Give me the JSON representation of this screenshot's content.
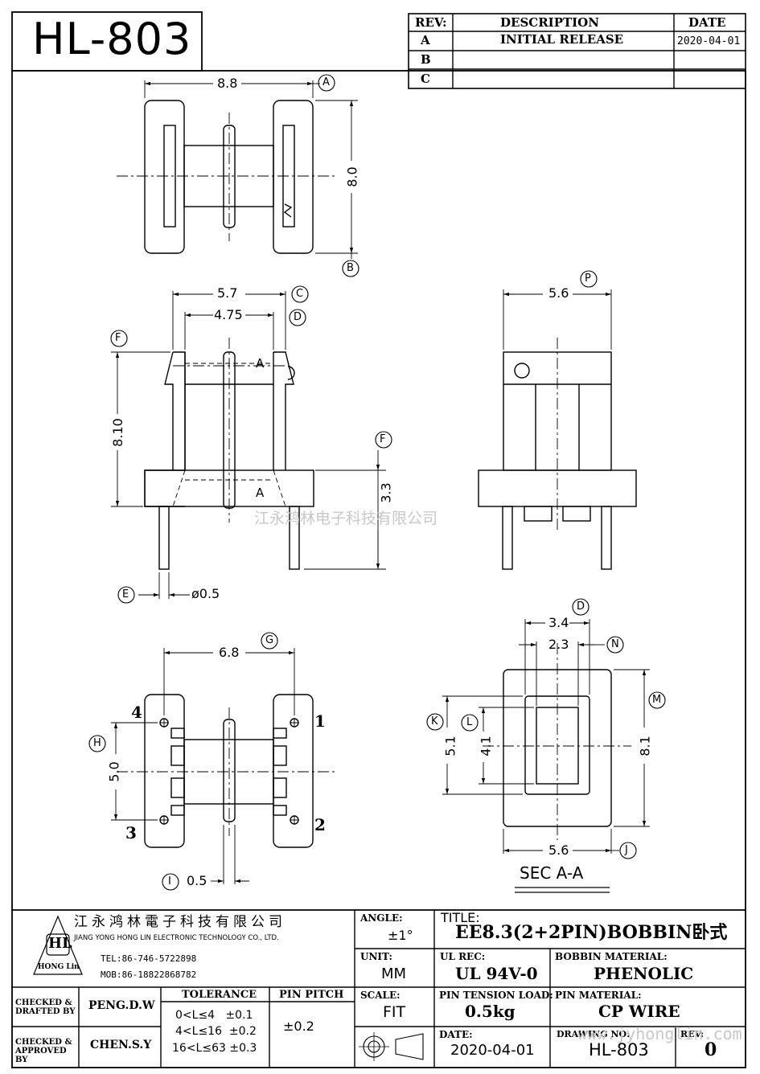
{
  "part_number": "HL-803",
  "revision_table": {
    "headers": [
      "REV:",
      "DESCRIPTION",
      "DATE"
    ],
    "rows": [
      {
        "rev": "A",
        "description": "INITIAL RELEASE",
        "date": "2020-04-01"
      },
      {
        "rev": "B",
        "description": "",
        "date": ""
      },
      {
        "rev": "C",
        "description": "",
        "date": ""
      }
    ]
  },
  "dimensions": {
    "top_width": "8.8",
    "top_height": "8.0",
    "front_outer": "5.7",
    "front_inner": "4.75",
    "front_height": "8.10",
    "pin_length": "3.3",
    "pin_dia": "ø0.5",
    "side_width": "5.6",
    "bottom_pitch": "6.8",
    "bottom_span": "5.0",
    "bottom_flange": "0.5",
    "sec_outer_w": "3.4",
    "sec_inner_w": "2.3",
    "sec_outer_h": "5.1",
    "sec_inner_h": "4.1",
    "sec_height": "8.1",
    "sec_width": "5.6"
  },
  "callouts": {
    "a": "A",
    "b": "B",
    "c": "C",
    "d": "D",
    "e": "E",
    "f": "F",
    "g": "G",
    "h": "H",
    "i": "I",
    "j": "J",
    "k": "K",
    "l": "L",
    "m": "M",
    "n": "N",
    "p": "P"
  },
  "section_marks": {
    "top": "A",
    "bottom": "A"
  },
  "pin_numbers": {
    "p1": "1",
    "p2": "2",
    "p3": "3",
    "p4": "4"
  },
  "section_label": "SEC  A-A",
  "watermark": "江永鸿林电子科技有限公司",
  "company": {
    "name_cn": "江永鸿林電子科技有限公司",
    "name_en": "JIANG YONG HONG LIN ELECTRONIC TECHNOLOGY CO., LTD.",
    "tel": "TEL:86-746-5722898",
    "mob": "MOB:86-18822868782",
    "logo_text": "HL",
    "logo_sub": "HONG Lin"
  },
  "title_block": {
    "angle_label": "ANGLE:",
    "angle_value": "±1°",
    "title_label": "TITLE:",
    "title_value": "EE8.3(2+2PIN)BOBBIN卧式",
    "unit_label": "UNIT:",
    "unit_value": "MM",
    "ul_label": "UL REC:",
    "ul_value": "UL 94V-0",
    "bobbin_label": "BOBBIN MATERIAL:",
    "bobbin_value": "PHENOLIC",
    "checked_drafted_label": "CHECKED & DRAFTED BY",
    "checked_drafted_value": "PENG.D.W",
    "checked_approved_label": "CHECKED & APPROVED BY",
    "checked_approved_value": "CHEN.S.Y",
    "tolerance_label": "TOLERANCE",
    "tolerance_rows": [
      "0<L≤4   ±0.1",
      "4<L≤16  ±0.2",
      "16<L≤63 ±0.3"
    ],
    "pin_pitch_label": "PIN PITCH",
    "pin_pitch_value": "±0.2",
    "scale_label": "SCALE:",
    "scale_value": "FIT",
    "pin_tension_label": "PIN TENSION LOAD:",
    "pin_tension_value": "0.5kg",
    "pin_material_label": "PIN MATERIAL:",
    "pin_material_value": "CP WIRE",
    "date_label": "DATE:",
    "date_value": "2020-04-01",
    "drawing_no_label": "DRAWING NO:",
    "drawing_no_value": "HL-803",
    "rev_label": "REV:",
    "rev_value": "0"
  },
  "website": "www.jyhonglin.com"
}
